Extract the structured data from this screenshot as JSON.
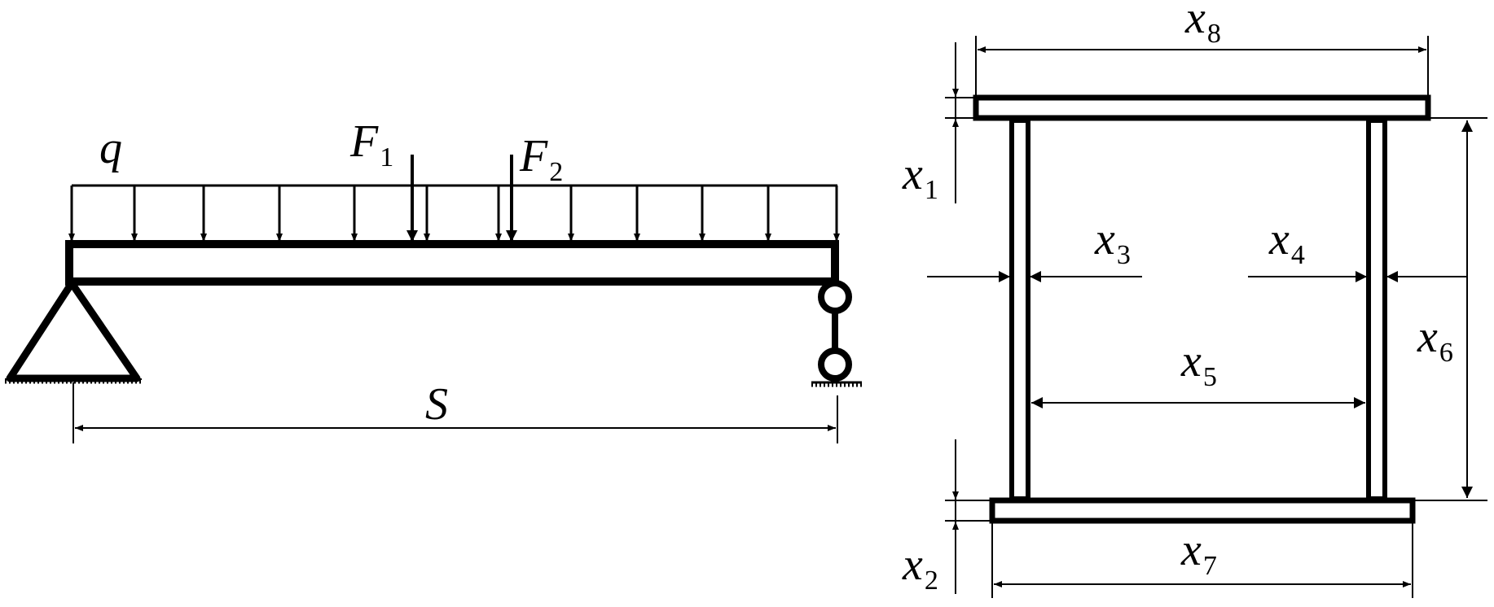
{
  "colors": {
    "ink": "#000000",
    "background": "#ffffff"
  },
  "beam": {
    "load_label": "q",
    "force1": {
      "letter": "F",
      "subscript": "1"
    },
    "force2": {
      "letter": "F",
      "subscript": "2"
    },
    "span_label": "S"
  },
  "section": {
    "x1": {
      "letter": "x",
      "subscript": "1"
    },
    "x2": {
      "letter": "x",
      "subscript": "2"
    },
    "x3": {
      "letter": "x",
      "subscript": "3"
    },
    "x4": {
      "letter": "x",
      "subscript": "4"
    },
    "x5": {
      "letter": "x",
      "subscript": "5"
    },
    "x6": {
      "letter": "x",
      "subscript": "6"
    },
    "x7": {
      "letter": "x",
      "subscript": "7"
    },
    "x8": {
      "letter": "x",
      "subscript": "8"
    }
  }
}
